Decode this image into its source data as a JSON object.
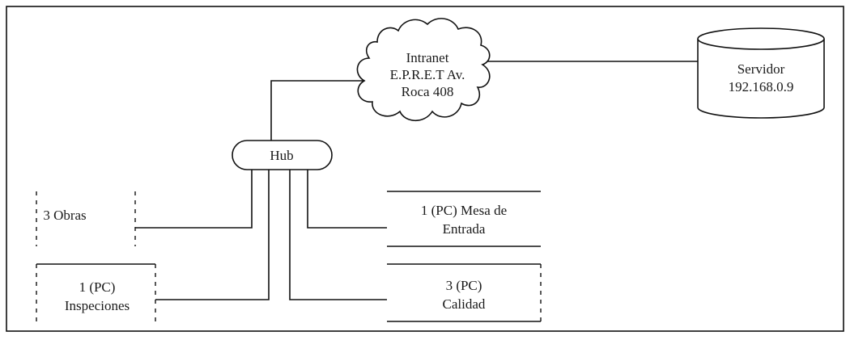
{
  "diagram": {
    "internet_cloud": {
      "lines": [
        "Intranet",
        "E.P.R.E.T Av.",
        "Roca 408"
      ]
    },
    "server": {
      "lines": [
        "Servidor",
        "192.168.0.9"
      ]
    },
    "hub": {
      "label": "Hub"
    },
    "nodes": {
      "obras": {
        "lines": [
          "3 Obras"
        ]
      },
      "inspecciones": {
        "lines": [
          "1 (PC)",
          "Inspeciones"
        ]
      },
      "mesa_entrada": {
        "lines": [
          "1 (PC) Mesa de",
          "Entrada"
        ]
      },
      "calidad": {
        "lines": [
          "3 (PC)",
          "Calidad"
        ]
      }
    }
  }
}
